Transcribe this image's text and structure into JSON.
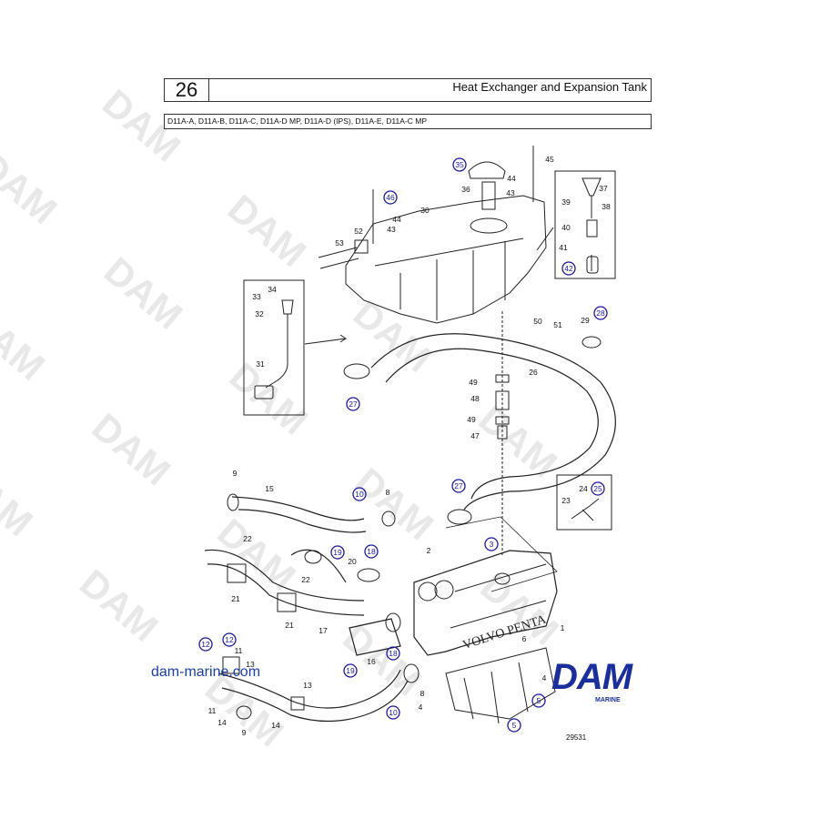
{
  "header": {
    "page_number": "26",
    "title": "Heat Exchanger and Expansion Tank",
    "models": "D11A-A, D11A-B, D11A-C, D11A-D MP, D11A-D (IPS), D11A-E, D11A-C MP"
  },
  "watermark": "DAM",
  "website": "dam-marine.com",
  "brand": {
    "name": "DAM",
    "sub": "MARINE",
    "color": "#1b2f9c"
  },
  "drawing_code": "29531",
  "colors": {
    "callout_circle": "#1a1aa0",
    "line": "#222222"
  },
  "labels": [
    {
      "id": "1",
      "circled": false
    },
    {
      "id": "2",
      "circled": false
    },
    {
      "id": "3",
      "circled": true
    },
    {
      "id": "4",
      "circled": false
    },
    {
      "id": "5",
      "circled": true
    },
    {
      "id": "6",
      "circled": false
    },
    {
      "id": "8",
      "circled": false
    },
    {
      "id": "9",
      "circled": false
    },
    {
      "id": "10",
      "circled": true
    },
    {
      "id": "11",
      "circled": false
    },
    {
      "id": "12",
      "circled": true
    },
    {
      "id": "13",
      "circled": false
    },
    {
      "id": "14",
      "circled": false
    },
    {
      "id": "15",
      "circled": false
    },
    {
      "id": "16",
      "circled": false
    },
    {
      "id": "17",
      "circled": false
    },
    {
      "id": "18",
      "circled": true
    },
    {
      "id": "19",
      "circled": true
    },
    {
      "id": "20",
      "circled": false
    },
    {
      "id": "21",
      "circled": false
    },
    {
      "id": "22",
      "circled": false
    },
    {
      "id": "23",
      "circled": false
    },
    {
      "id": "24",
      "circled": false
    },
    {
      "id": "25",
      "circled": true
    },
    {
      "id": "26",
      "circled": false
    },
    {
      "id": "27",
      "circled": true
    },
    {
      "id": "28",
      "circled": true
    },
    {
      "id": "29",
      "circled": false
    },
    {
      "id": "30",
      "circled": false
    },
    {
      "id": "31",
      "circled": false
    },
    {
      "id": "32",
      "circled": false
    },
    {
      "id": "33",
      "circled": false
    },
    {
      "id": "34",
      "circled": false
    },
    {
      "id": "35",
      "circled": true
    },
    {
      "id": "36",
      "circled": false
    },
    {
      "id": "37",
      "circled": false
    },
    {
      "id": "38",
      "circled": false
    },
    {
      "id": "39",
      "circled": false
    },
    {
      "id": "40",
      "circled": false
    },
    {
      "id": "41",
      "circled": false
    },
    {
      "id": "42",
      "circled": true
    },
    {
      "id": "43",
      "circled": false
    },
    {
      "id": "44",
      "circled": false
    },
    {
      "id": "45",
      "circled": false
    },
    {
      "id": "46",
      "circled": true
    },
    {
      "id": "47",
      "circled": false
    },
    {
      "id": "48",
      "circled": false
    },
    {
      "id": "49",
      "circled": false
    },
    {
      "id": "50",
      "circled": false
    },
    {
      "id": "51",
      "circled": false
    },
    {
      "id": "52",
      "circled": false
    },
    {
      "id": "53",
      "circled": false
    }
  ]
}
